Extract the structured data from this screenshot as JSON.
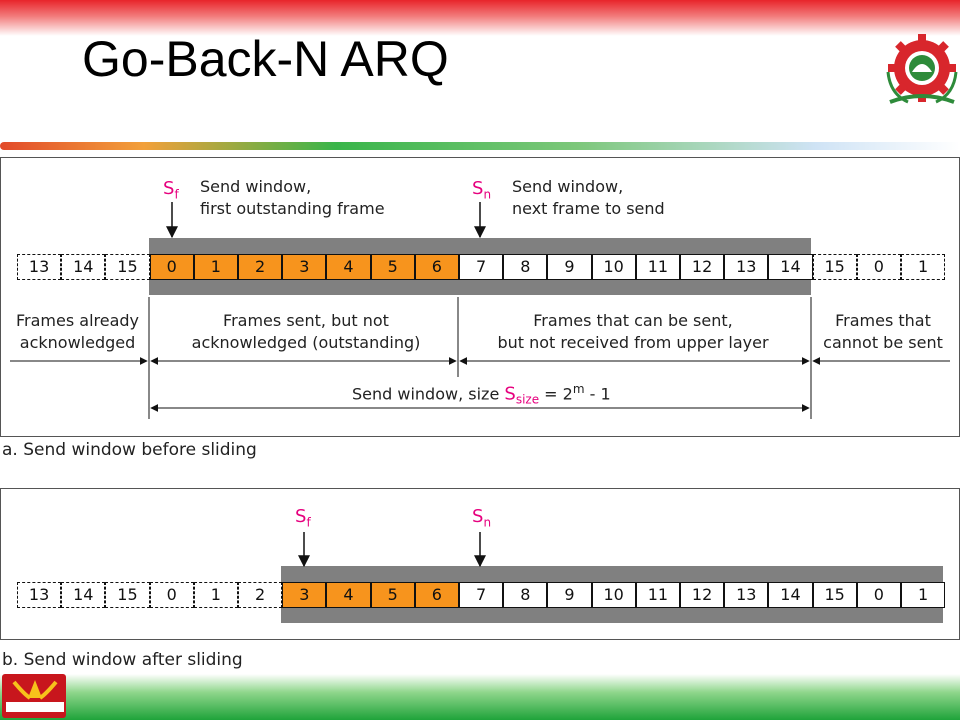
{
  "slide": {
    "title": "Go-Back-N ARQ"
  },
  "colors": {
    "outstanding_frame": "#f7941d",
    "window_bar": "#808080",
    "pointer_text": "#e6007e"
  },
  "panel_a": {
    "caption": "a. Send window before sliding",
    "frames_left": [
      "13",
      "14",
      "15"
    ],
    "frames_outstanding": [
      "0",
      "1",
      "2",
      "3",
      "4",
      "5",
      "6"
    ],
    "frames_sendable": [
      "7",
      "8",
      "9",
      "10",
      "11",
      "12",
      "13",
      "14"
    ],
    "frames_right": [
      "15",
      "0",
      "1"
    ],
    "sf_pointer": {
      "letter": "S",
      "sub": "f",
      "label_line1": "Send window,",
      "label_line2": "first outstanding frame"
    },
    "sn_pointer": {
      "letter": "S",
      "sub": "n",
      "label_line1": "Send window,",
      "label_line2": "next frame to send"
    },
    "region_acknowledged": {
      "line1": "Frames already",
      "line2": "acknowledged"
    },
    "region_outstanding": {
      "line1": "Frames sent, but not",
      "line2": "acknowledged (outstanding)"
    },
    "region_sendable": {
      "line1": "Frames that can be sent,",
      "line2": "but not received from upper layer"
    },
    "region_cannot": {
      "line1": "Frames that",
      "line2": "cannot be sent"
    },
    "window_size": {
      "prefix": "Send window, size ",
      "S": "S",
      "sub": "size",
      "equals": " = 2",
      "sup": "m",
      "suffix": " - 1"
    }
  },
  "panel_b": {
    "caption": "b. Send window after sliding",
    "frames_left": [
      "13",
      "14",
      "15",
      "0",
      "1",
      "2"
    ],
    "frames_outstanding": [
      "3",
      "4",
      "5",
      "6"
    ],
    "frames_sendable": [
      "7",
      "8",
      "9",
      "10",
      "11",
      "12",
      "13",
      "14",
      "15",
      "0",
      "1"
    ],
    "sf_pointer": {
      "letter": "S",
      "sub": "f"
    },
    "sn_pointer": {
      "letter": "S",
      "sub": "n"
    }
  }
}
